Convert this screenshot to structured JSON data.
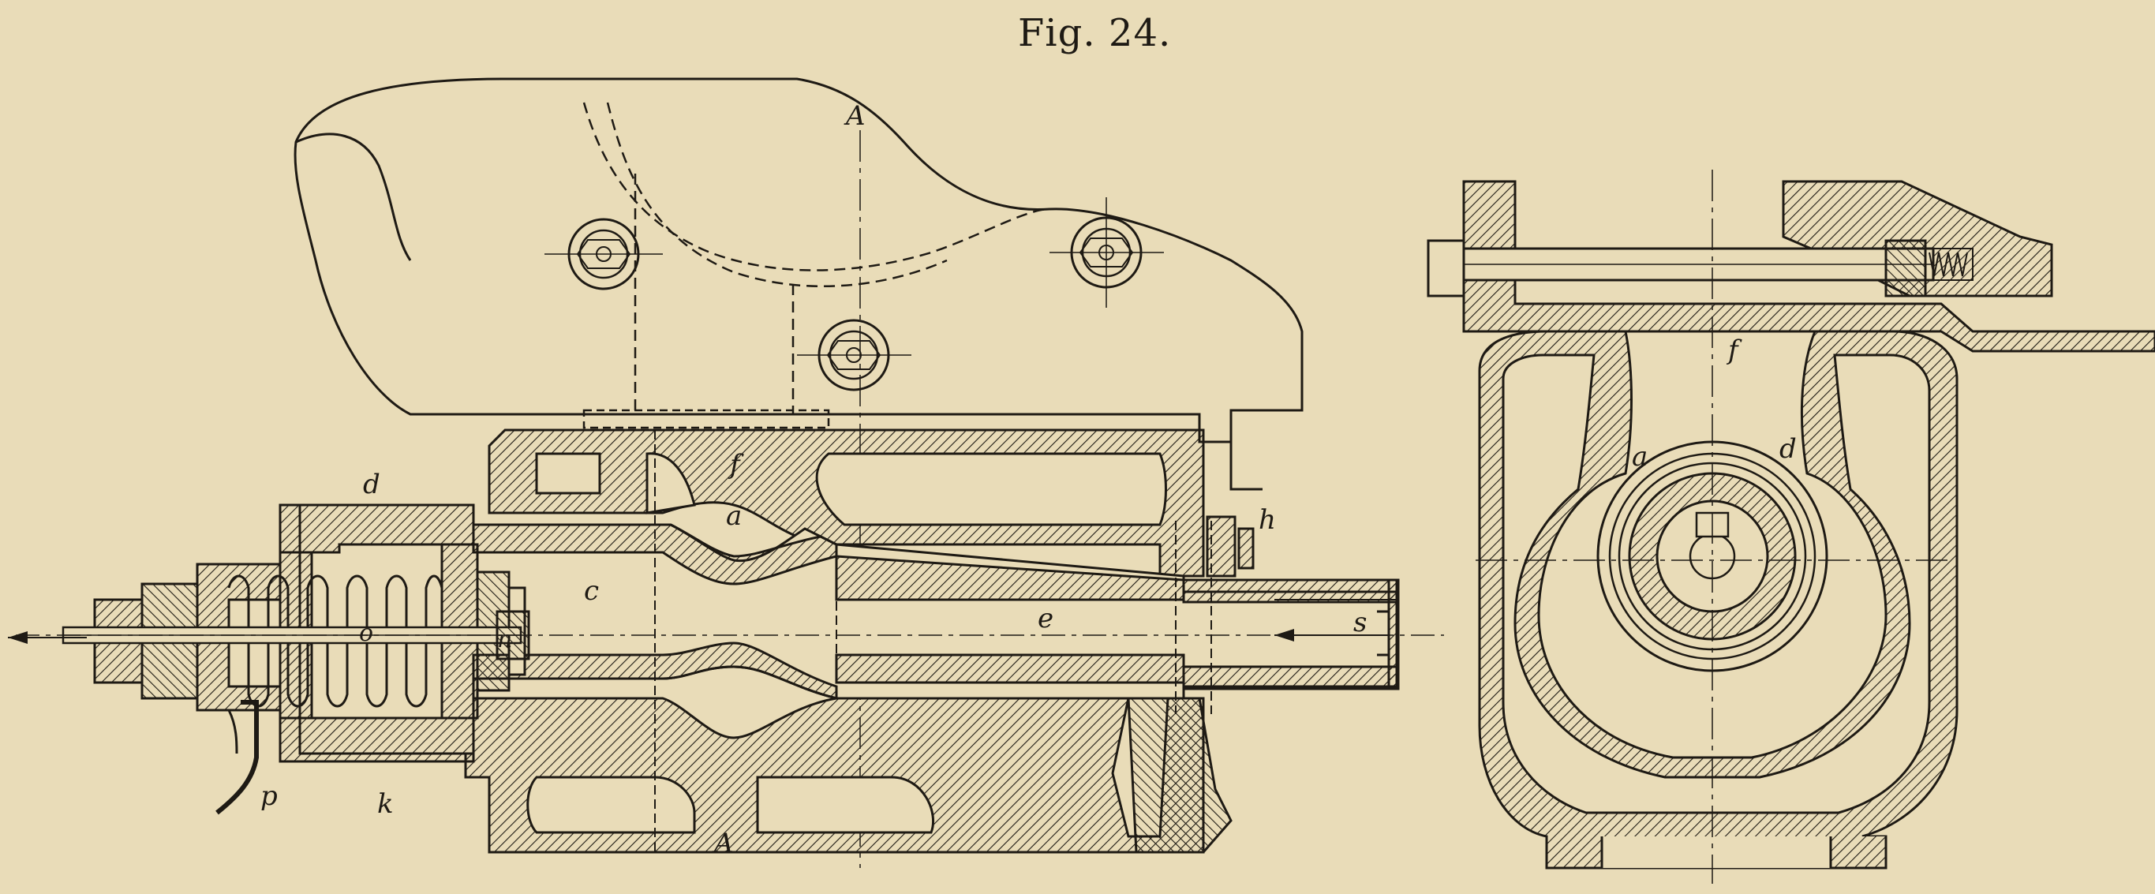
{
  "figure": {
    "title": "Fig. 24."
  },
  "colors": {
    "paper": "#e9dcb8",
    "ink": "#1e1a14",
    "bleed_through": "#b8ab88"
  },
  "labels": {
    "A_top": "A",
    "A_bottom": "A",
    "f_left": "f",
    "f_right": "f",
    "a_left": "a",
    "a_right": "a",
    "d_left": "d",
    "d_right": "d",
    "c": "c",
    "h": "h",
    "e": "e",
    "s": "s",
    "o": "o",
    "n": "n",
    "p": "p",
    "k": "k"
  }
}
